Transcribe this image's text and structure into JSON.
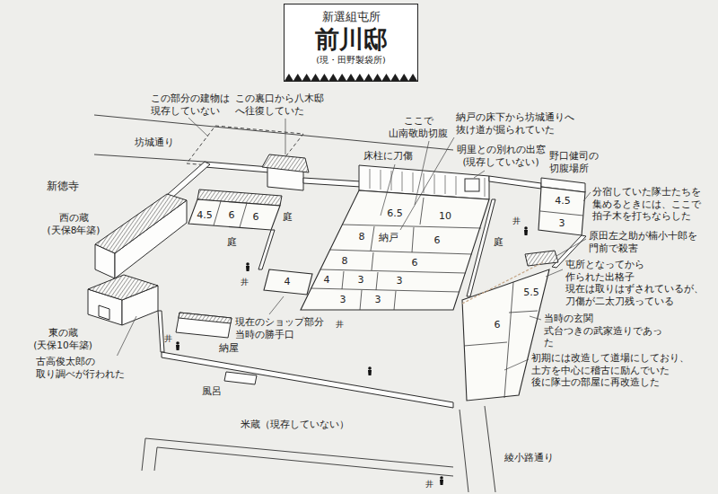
{
  "diagram": {
    "nodes": [
      {
        "text": [
          "新選組屯所",
          "前川邸",
          "(現・田野製袋所)"
        ]
      }
    ],
    "labels": [
      "この部分の建物は 現存していない",
      "この裏口から八木邸 へ往復していた",
      "ここで 山南敬助切腹",
      "納戸の床下から坊城通りへ 抜け道が掘られていた",
      "坊城通り",
      "床柱に刀傷",
      "明里との別れの出窓 (現存していない)",
      "野口健司の 切腹場所",
      "新徳寺",
      "分宿していた隊士たちを 集めるときには、ここで 拍子木を打ちならした",
      "西の蔵 (天保8年築)",
      "4.5",
      "6",
      "6",
      "庭",
      "庭",
      "6.5",
      "10",
      "8",
      "納戸",
      "6",
      "8",
      "6",
      "4",
      "3",
      "3",
      "3",
      "3",
      "4",
      "4.5",
      "3",
      "庭",
      "原田左之助が楠小十郎を 門前で殺害",
      "屯所となってから 作られた出格子 現在は取りはずされているが、 刀傷が二太刀残っている",
      "5.5",
      "当時の玄関 式台つきの武家造りであった",
      "6",
      "現在のショップ部分 当時の勝手口",
      "東の蔵 (天保10年築)",
      "古高俊太郎の 取り調べが行われた",
      "納屋",
      "風呂",
      "初期には改造して道場にしており、 土方を中心に稽古に励んでいた 後に隊士の部屋に再改造した",
      "米蔵（現存していない）",
      "綾小路通り",
      "井",
      "井",
      "井",
      "井",
      "井"
    ]
  }
}
